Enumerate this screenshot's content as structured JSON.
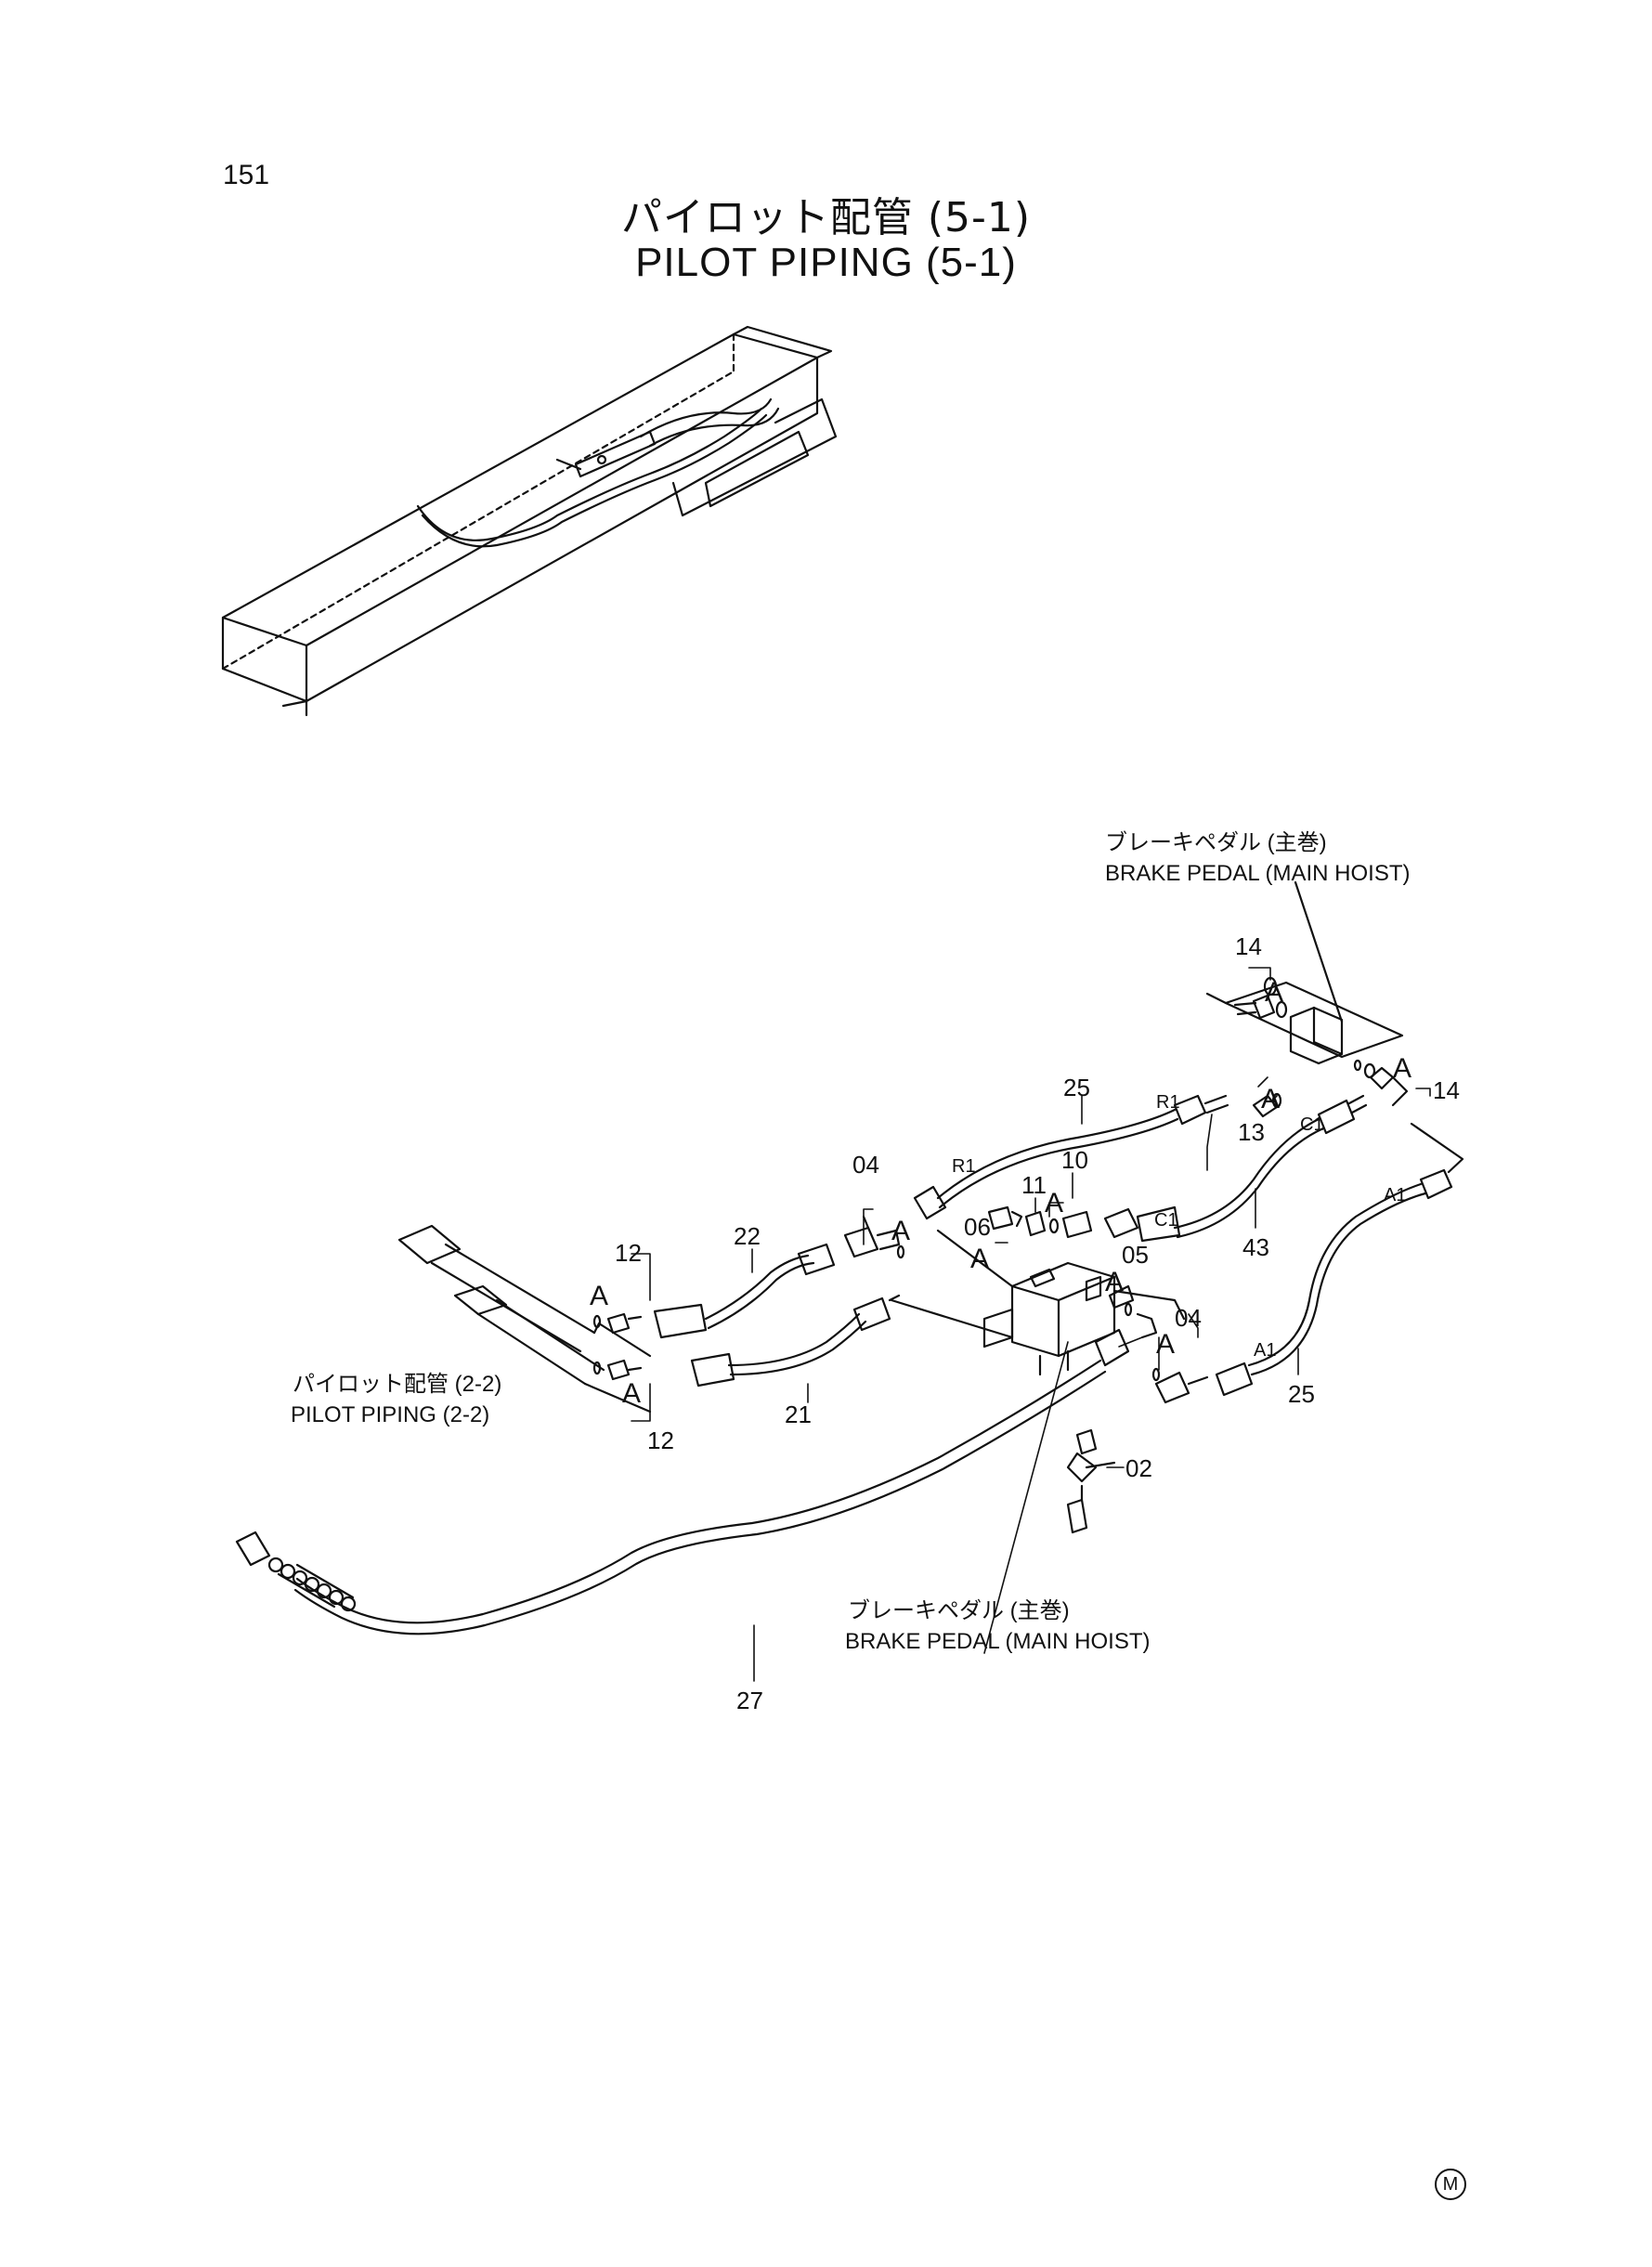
{
  "page": {
    "number": "151"
  },
  "title": {
    "jp": "パイロット配管 (5-1)",
    "en": "PILOT PIPING (5-1)"
  },
  "callouts": {
    "brake_pedal_top": {
      "jp": "ブレーキペダル (主巻)",
      "en": "BRAKE PEDAL (MAIN HOIST)"
    },
    "brake_pedal_bottom": {
      "jp": "ブレーキペダル (主巻)",
      "en": "BRAKE PEDAL (MAIN HOIST)"
    },
    "pilot_piping_ref": {
      "jp": "パイロット配管 (2-2)",
      "en": "PILOT PIPING (2-2)"
    }
  },
  "part_numbers": {
    "p14a": "14",
    "p14b": "14",
    "p13": "13",
    "p25a": "25",
    "p25b": "25",
    "p10": "10",
    "p11": "11",
    "p04a": "04",
    "p04b": "04",
    "p06": "06",
    "p43": "43",
    "p22": "22",
    "p21": "21",
    "p12a": "12",
    "p12b": "12",
    "p05": "05",
    "p02": "02",
    "p27": "27"
  },
  "port_labels": {
    "r1a": "R1",
    "r1b": "R1",
    "c1a": "C1",
    "c1b": "C1",
    "a1a": "A1",
    "a1b": "A1"
  },
  "detail_marker": "A",
  "trademark": "M"
}
